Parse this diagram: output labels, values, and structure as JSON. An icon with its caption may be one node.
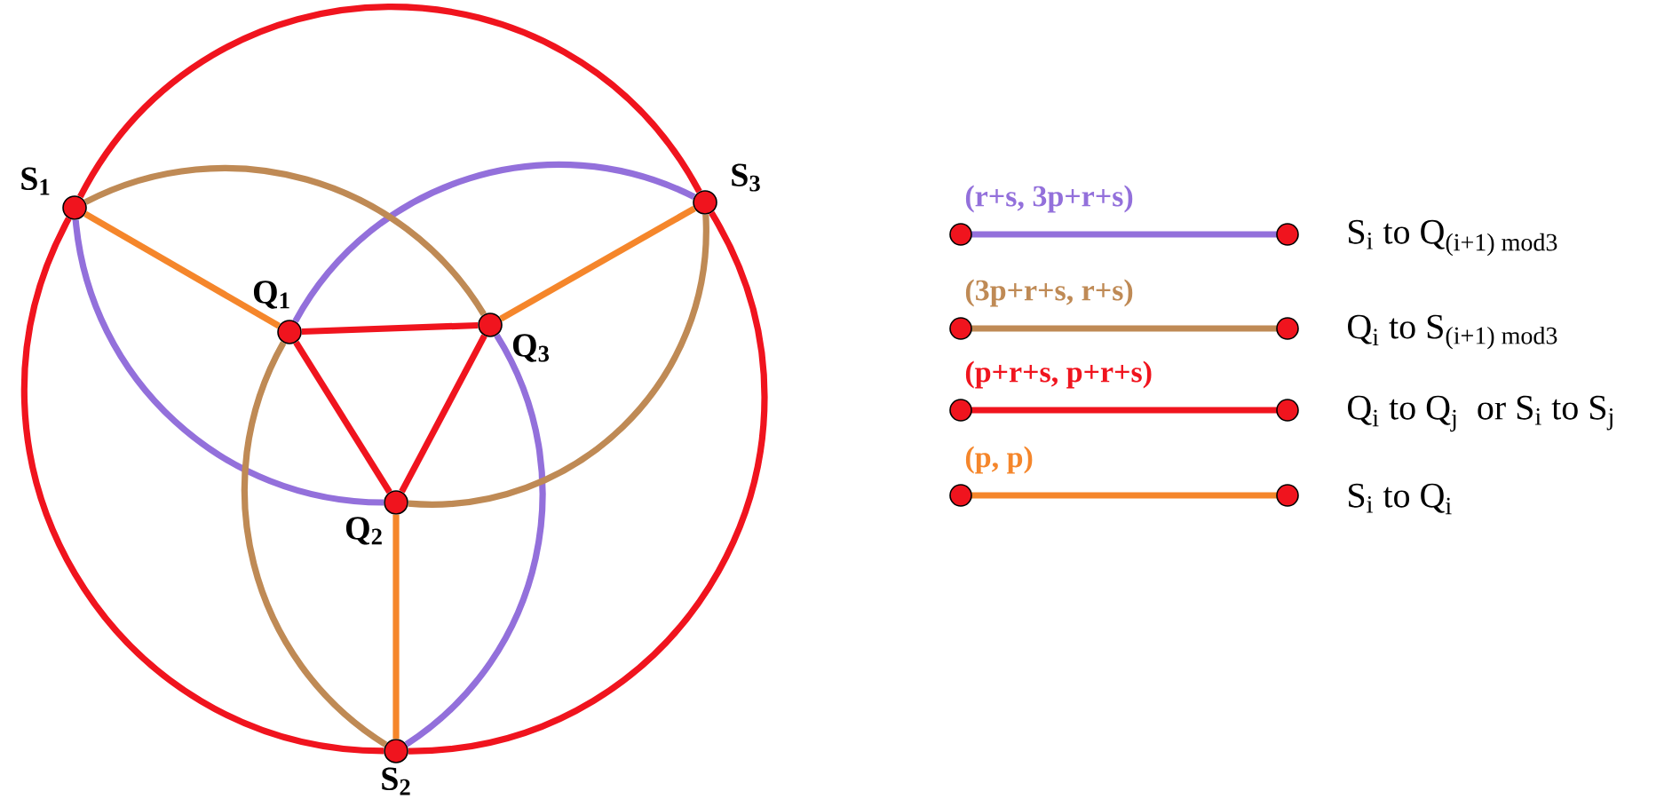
{
  "diagram": {
    "nodes": [
      {
        "text": [],
        "shape": "circle",
        "beside": [
          "S$_{1}$"
        ]
      },
      {
        "text": [],
        "shape": "circle",
        "beside": [
          "S$_{3}$"
        ]
      },
      {
        "text": [],
        "shape": "circle",
        "beside": [
          "Q$_{1}$"
        ]
      },
      {
        "text": [],
        "shape": "circle",
        "beside": [
          "Q$_{3}$"
        ]
      },
      {
        "text": [],
        "shape": "circle",
        "beside": [
          "Q$_{2}$"
        ]
      },
      {
        "text": [],
        "shape": "circle",
        "beside": [
          "S$_{2}$"
        ]
      }
    ],
    "edges": [
      {
        "from": 0,
        "to": 1,
        "arrow": "none"
      },
      {
        "from": 1,
        "to": 5,
        "arrow": "none"
      },
      {
        "from": 5,
        "to": 0,
        "arrow": "none"
      },
      {
        "from": 0,
        "to": 2,
        "arrow": "none",
        "color": "#f5862b"
      },
      {
        "from": 5,
        "to": 4,
        "arrow": "none",
        "color": "#f5862b"
      },
      {
        "from": 1,
        "to": 3,
        "arrow": "none",
        "color": "#f5862b"
      },
      {
        "from": 2,
        "to": 3,
        "arrow": "none"
      },
      {
        "from": 3,
        "to": 4,
        "arrow": "none"
      },
      {
        "from": 4,
        "to": 2,
        "arrow": "none"
      },
      {
        "from": 0,
        "to": 4,
        "arrow": "none",
        "color": "#9370db"
      },
      {
        "from": 5,
        "to": 3,
        "arrow": "none",
        "color": "#9370db"
      },
      {
        "from": 1,
        "to": 2,
        "arrow": "none",
        "color": "#9370db"
      },
      {
        "from": 2,
        "to": 5,
        "arrow": "none",
        "color": "#bf8a55"
      },
      {
        "from": 4,
        "to": 1,
        "arrow": "none",
        "color": "#bf8a55"
      },
      {
        "from": 3,
        "to": 0,
        "arrow": "none",
        "color": "#bf8a55"
      }
    ],
    "labels": [
      "(r+s, 3p+r+s)",
      "(3p+r+s, r+s)",
      "(p+r+s, p+r+s)",
      "(p, p)"
    ],
    "legend": [
      {
        "text": "\\text{S}_{\\text{i}}\\text{ to Q}_{\\text{(i+1) mod3}}",
        "color": "#9370db"
      },
      {
        "text": "\\text{Q}_{\\text{i}}\\text{ to S}_{\\text{(i+1) mod3}}",
        "color": "#bf8a55"
      },
      {
        "text": "\\text{Q}_{\\text{i}}\\text{ to Q}_{\\text{j}}\\text{ \\ or S}_{\\text{i}}\\text{ to S}_{\\text{j}}",
        "color": "#f0141e"
      },
      {
        "text": "\\text{S}_{\\text{i}}\\text{ to Q}_{\\text{i}}",
        "color": "#f5862b"
      }
    ]
  }
}
